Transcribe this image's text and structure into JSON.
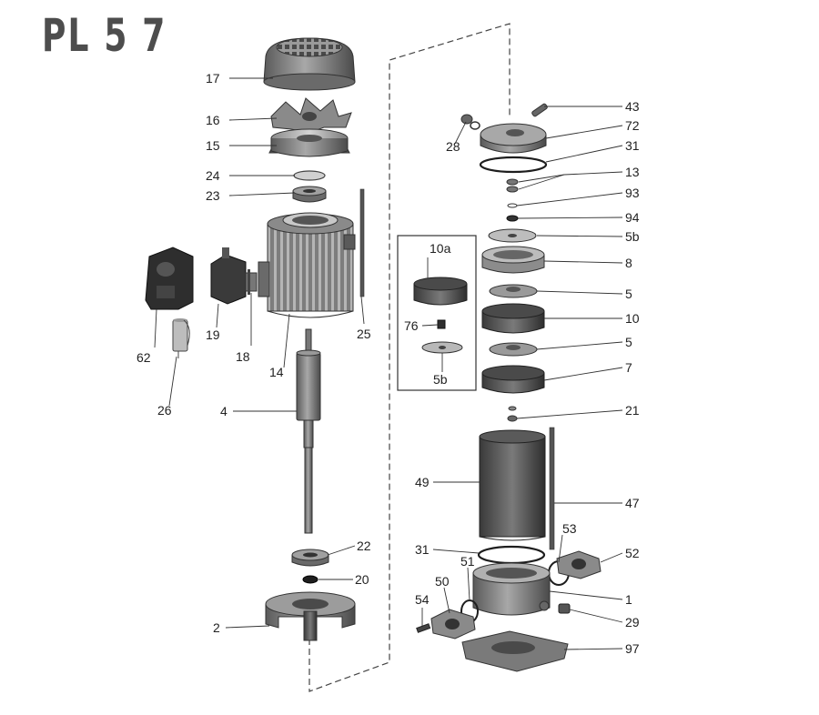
{
  "title": "PL 5 7",
  "parts": {
    "p17": "17",
    "p16": "16",
    "p15": "15",
    "p24": "24",
    "p23": "23",
    "p25": "25",
    "p62": "62",
    "p19": "19",
    "p18": "18",
    "p14": "14",
    "p26": "26",
    "p4": "4",
    "p22": "22",
    "p20": "20",
    "p2": "2",
    "p43": "43",
    "p72": "72",
    "p28": "28",
    "p31a": "31",
    "p13": "13",
    "p93": "93",
    "p94": "94",
    "p5b": "5b",
    "p8": "8",
    "p5a": "5",
    "p10": "10",
    "p5c": "5",
    "p7": "7",
    "p21": "21",
    "p49": "49",
    "p47": "47",
    "p53": "53",
    "p31b": "31",
    "p52": "52",
    "p51": "51",
    "p50": "50",
    "p1": "1",
    "p54": "54",
    "p29": "29",
    "p97": "97",
    "in10a": "10a",
    "in76": "76",
    "in5b": "5b"
  }
}
